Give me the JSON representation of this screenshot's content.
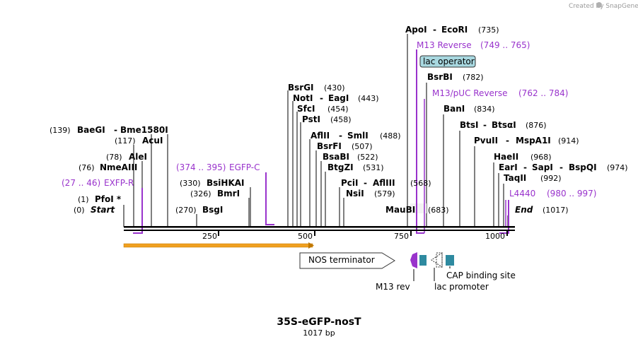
{
  "credit": "Created by SnapGene",
  "title": "35S-eGFP-nosT",
  "length_label": "1017 bp",
  "ticks": [
    "250",
    "500",
    "750",
    "1000"
  ],
  "sites": {
    "pfoi": {
      "pos": "(1)",
      "name": "PfoI *"
    },
    "start": {
      "pos": "(0)",
      "name": "Start"
    },
    "baegi": {
      "pos": "(139)",
      "name": "BaeGI",
      "name2": "Bme1580I"
    },
    "acui": {
      "pos": "(117)",
      "name": "AcuI"
    },
    "alei": {
      "pos": "(78)",
      "name": "AleI"
    },
    "nmeaiii": {
      "pos": "(76)",
      "name": "NmeAIII"
    },
    "bsihkai": {
      "pos": "(330)",
      "name": "BsiHKAI"
    },
    "bmri": {
      "pos": "(326)",
      "name": "BmrI"
    },
    "bsgi": {
      "pos": "(270)",
      "name": "BsgI"
    },
    "bsrgi": {
      "name": "BsrGI",
      "pos": "(430)"
    },
    "noti": {
      "name": "NotI",
      "name2": "EagI",
      "pos": "(443)"
    },
    "sfci": {
      "name": "SfcI",
      "pos": "(454)"
    },
    "psti": {
      "name": "PstI",
      "pos": "(458)"
    },
    "aflii": {
      "name": "AflII",
      "name2": "SmlI",
      "pos": "(488)"
    },
    "bsrfi": {
      "name": "BsrFI",
      "pos": "(507)"
    },
    "bsabi": {
      "name": "BsaBI",
      "pos": "(522)"
    },
    "btgzi": {
      "name": "BtgZI",
      "pos": "(531)"
    },
    "pcii": {
      "name": "PciI",
      "name2": "AflIII",
      "pos": "(568)"
    },
    "nsii": {
      "name": "NsiI",
      "pos": "(579)"
    },
    "maubi": {
      "name": "MauBI",
      "pos": "(683)"
    },
    "apoi": {
      "name": "ApoI",
      "name2": "EcoRI",
      "pos": "(735)"
    },
    "bsrbi": {
      "name": "BsrBI",
      "pos": "(782)"
    },
    "bani": {
      "name": "BanI",
      "pos": "(834)"
    },
    "btsi": {
      "name": "BtsI",
      "name2": "BtsαI",
      "pos": "(876)"
    },
    "pvuii": {
      "name": "PvuII",
      "name2": "MspA1I",
      "pos": "(914)"
    },
    "haeii": {
      "name": "HaeII",
      "pos": "(968)"
    },
    "eari": {
      "name": "EarI",
      "name2": "SapI",
      "name3": "BspQI",
      "pos": "(974)"
    },
    "taqii": {
      "name": "TaqII",
      "pos": "(992)"
    },
    "end": {
      "name": "End",
      "pos": "(1017)"
    }
  },
  "primers": {
    "exfp_r": {
      "range": "(27 .. 46)",
      "name": "EXFP-R"
    },
    "egfp_c": {
      "range": "(374 .. 395)",
      "name": "EGFP-C"
    },
    "m13_reverse": {
      "name": "M13 Reverse",
      "range": "(749 .. 765)"
    },
    "m13_puc_reverse": {
      "name": "M13/pUC Reverse",
      "range": "(762 .. 784)"
    },
    "l4440": {
      "name": "L4440",
      "range": "(980 .. 997)"
    }
  },
  "lac_operator_label": "lac operator",
  "features": {
    "nos_terminator": "NOS terminator",
    "cap_binding_site": "CAP binding site",
    "m13_rev": "M13 rev",
    "lac_promoter": "lac promoter"
  },
  "colors": {
    "primer": "#9933cc",
    "lac_operator_fill": "#a8d8e0",
    "feature_teal": "#2e8aa0",
    "orf_arrow": "#f0a020"
  }
}
